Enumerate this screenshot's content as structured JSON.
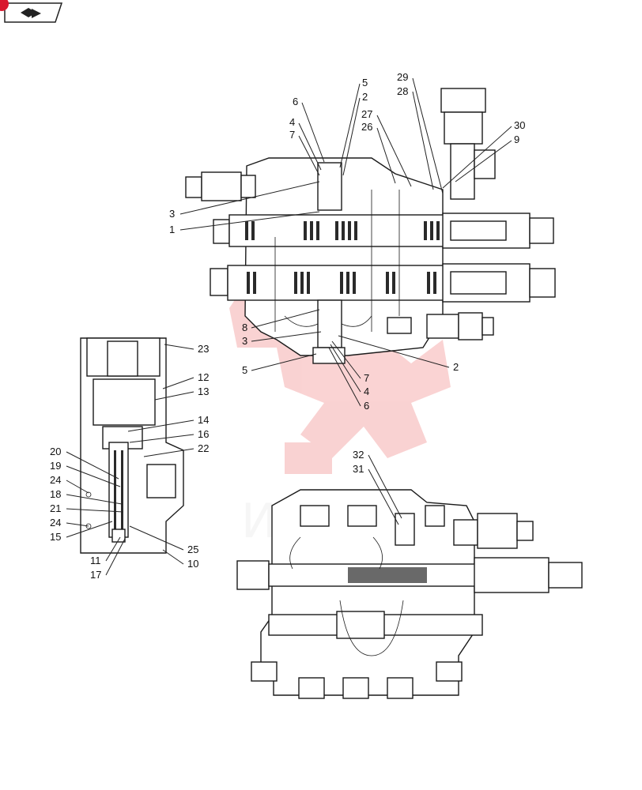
{
  "watermark": {
    "text": "ИНТЕХ",
    "color": "#f4a3a3"
  },
  "nav": {
    "icon": "book-arrow-icon",
    "badge_color": "#d9192f"
  },
  "callouts": {
    "top": [
      "5",
      "2",
      "6",
      "4",
      "7",
      "3",
      "1",
      "29",
      "28",
      "27",
      "26",
      "30",
      "9",
      "8",
      "3",
      "2",
      "5",
      "7",
      "4",
      "6"
    ],
    "left": [
      "23",
      "12",
      "13",
      "14",
      "16",
      "22",
      "20",
      "19",
      "24",
      "18",
      "21",
      "24",
      "15",
      "25",
      "10",
      "11",
      "17"
    ],
    "bottom": [
      "32",
      "31"
    ]
  }
}
